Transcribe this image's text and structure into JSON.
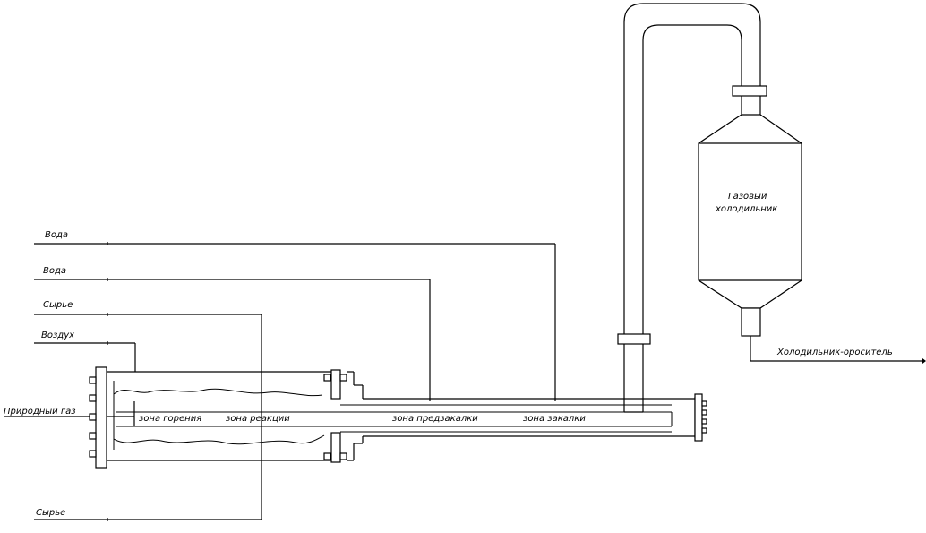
{
  "labels": {
    "water_1": "Вода",
    "water_2": "Вода",
    "feed_top": "Сырье",
    "air": "Воздух",
    "natural_gas": "Природный газ",
    "feed_bottom": "Сырье",
    "zone_combustion": "зона горения",
    "zone_reaction": "зона реакции",
    "zone_prequench": "зона предзакалки",
    "zone_quench": "зона закалки",
    "gas_cooler_line1": "Газовый",
    "gas_cooler_line2": "холодильник",
    "cooler_irrigator": "Холодильник-ороситель"
  }
}
